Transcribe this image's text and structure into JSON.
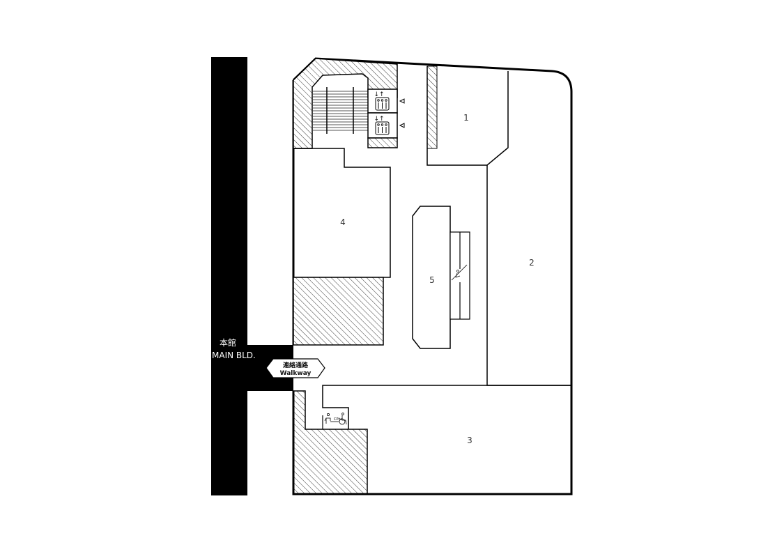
{
  "map": {
    "main_building": {
      "label_ja": "本館",
      "label_en": "MAIN BLD."
    },
    "walkway": {
      "label_ja": "連絡通路",
      "label_en": "Walkway"
    },
    "rooms": [
      {
        "id": "1",
        "label": "1"
      },
      {
        "id": "2",
        "label": "2"
      },
      {
        "id": "3",
        "label": "3"
      },
      {
        "id": "4",
        "label": "4"
      },
      {
        "id": "5",
        "label": "5"
      }
    ],
    "icons": {
      "elevator": "elevator-icon",
      "stairs": "stairs-icon",
      "escalator": "escalator-icon",
      "restroom": "restroom-icon",
      "accessible_restroom": "wheelchair-icon",
      "elevator_entry_marker": "triangle-left-icon"
    },
    "colors": {
      "wall": "#000000",
      "background": "#ffffff",
      "hatch": "#333333",
      "text": "#333333"
    }
  }
}
